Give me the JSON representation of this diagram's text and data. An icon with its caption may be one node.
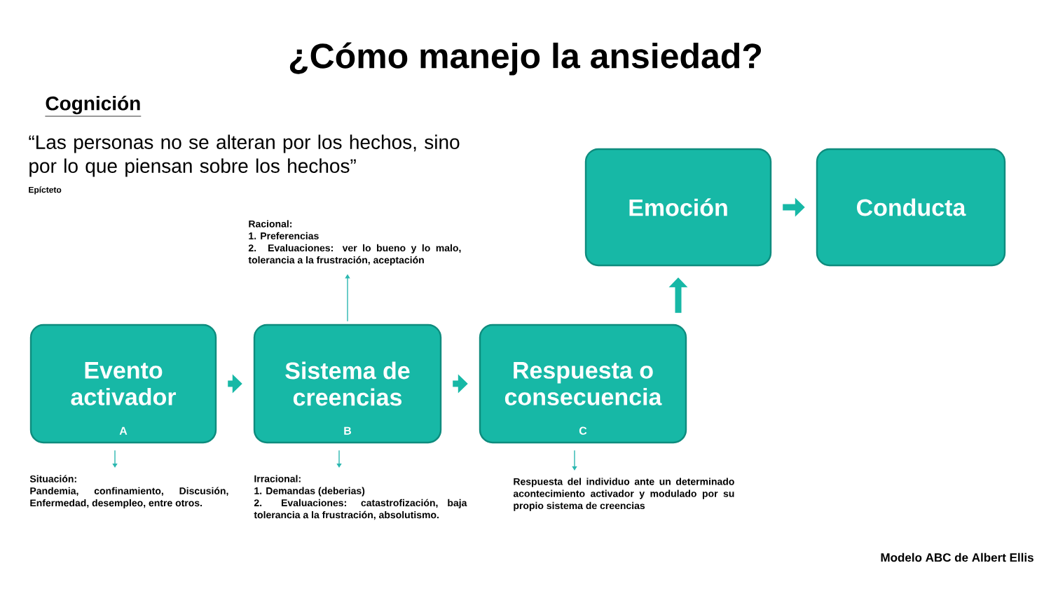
{
  "diagram": {
    "title": "¿Cómo manejo la ansiedad?",
    "nodes": [
      {
        "text": [
          "Evento activador",
          "A"
        ]
      },
      {
        "text": [
          "Sistema de creencias",
          "B"
        ]
      },
      {
        "text": [
          "Respuesta o consecuencia",
          "C"
        ]
      },
      {
        "text": [
          "Emoción"
        ]
      },
      {
        "text": [
          "Conducta"
        ]
      },
      {
        "text": [
          "Racional:",
          "1. Preferencias",
          "2. Evaluaciones: ver lo bueno y lo malo, tolerancia a la frustración, aceptación"
        ]
      },
      {
        "text": [
          "Situación:",
          "Pandemia, confinamiento, Discusión, Enfermedad, desempleo, entre otros."
        ]
      },
      {
        "text": [
          "Irracional:",
          "1. Demandas (deberias)",
          "2. Evaluaciones: catastrofización, baja tolerancia a la frustración, absolutismo."
        ]
      },
      {
        "text": [
          "Respuesta del individuo ante un determinado acontecimiento activador y modulado por su propio sistema de creencias"
        ]
      }
    ],
    "edges": [
      {
        "from": 0,
        "to": 1,
        "arrow": "to",
        "style": "thick"
      },
      {
        "from": 1,
        "to": 2,
        "arrow": "to",
        "style": "thick"
      },
      {
        "from": 2,
        "to": 3,
        "arrow": "to",
        "style": "thick"
      },
      {
        "from": 3,
        "to": 4,
        "arrow": "to",
        "style": "thick"
      },
      {
        "from": 1,
        "to": 5,
        "arrow": "to"
      },
      {
        "from": 0,
        "to": 6,
        "arrow": "to"
      },
      {
        "from": 1,
        "to": 7,
        "arrow": "to"
      },
      {
        "from": 2,
        "to": 8,
        "arrow": "to"
      }
    ],
    "labels": [
      "Cognición",
      "“Las personas no se alteran por los hechos, sino por lo que piensan sobre los hechos”",
      "Epícteto",
      "Modelo ABC de Albert Ellis"
    ]
  }
}
